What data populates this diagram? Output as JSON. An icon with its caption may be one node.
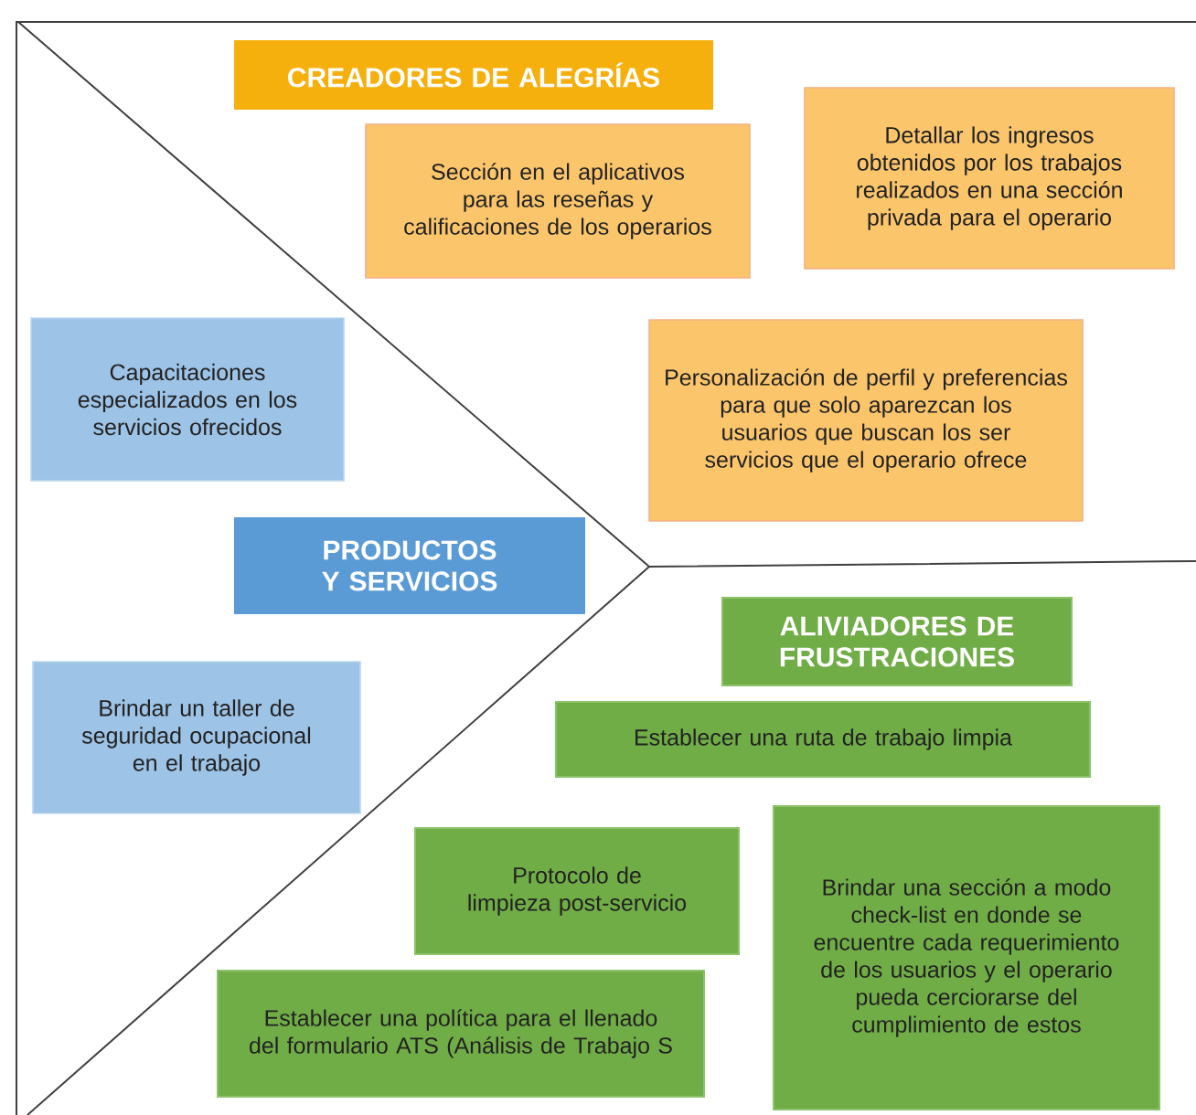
{
  "diagram": {
    "nodes": [
      {
        "text": [
          "CREADORES DE ALEGRÍAS"
        ]
      },
      {
        "text": [
          "Sección en el aplicativos para las reseñas y calificaciones de los operarios"
        ]
      },
      {
        "text": [
          "Detallar los ingresos obtenidos por los trabajos realizados en una sección privada para el operario"
        ]
      },
      {
        "text": [
          "Capacitaciones especializados en los servicios ofrecidos"
        ]
      },
      {
        "text": [
          "Personalización de perfil y preferencias para que solo aparezcan los usuarios que buscan los ser servicios que el operario ofrece"
        ]
      },
      {
        "text": [
          "PRODUCTOS Y SERVICIOS"
        ]
      },
      {
        "text": [
          "ALIVIADORES DE FRUSTRACIONES"
        ]
      },
      {
        "text": [
          "Brindar un taller de seguridad ocupacional en el trabajo"
        ]
      },
      {
        "text": [
          "Establecer una ruta de trabajo  limpia"
        ]
      },
      {
        "text": [
          "Protocolo de limpieza post-servicio"
        ]
      },
      {
        "text": [
          "Brindar  una sección  a modo  check-list en donde se encuentre cada requerimiento de los usuarios y el operario pueda cerciorarse del cumplimiento de estos"
        ]
      },
      {
        "text": [
          "Establecer una política para el llenado del formulario ATS (Análisis de Trabajo S"
        ]
      }
    ]
  }
}
